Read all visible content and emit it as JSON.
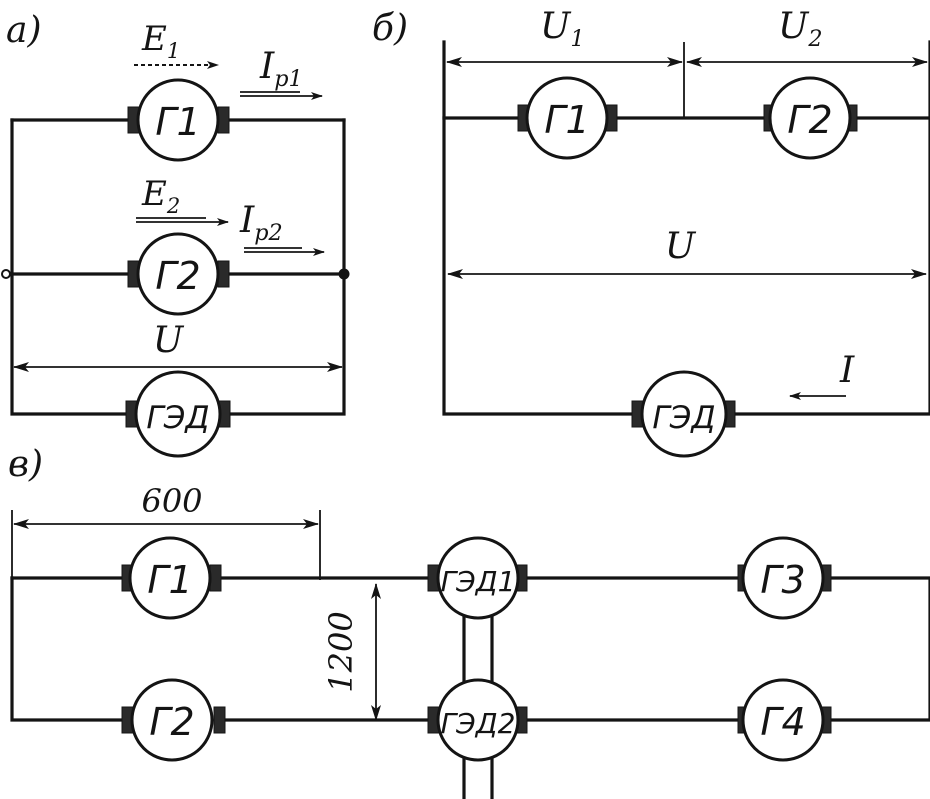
{
  "panel_labels": {
    "a": "а)",
    "b": "б)",
    "v": "в)"
  },
  "panel_a": {
    "gen1": "Г1",
    "gen2": "Г2",
    "motor": "ГЭД",
    "emf1": "E",
    "emf1_sub": "1",
    "emf2": "E",
    "emf2_sub": "2",
    "current1": "I",
    "current1_sub": "p1",
    "current2": "I",
    "current2_sub": "p2",
    "voltage": "U"
  },
  "panel_b": {
    "gen1": "Г1",
    "gen2": "Г2",
    "motor": "ГЭД",
    "voltage1": "U",
    "voltage1_sub": "1",
    "voltage2": "U",
    "voltage2_sub": "2",
    "voltage_total": "U",
    "current": "I"
  },
  "panel_v": {
    "gen1": "Г1",
    "gen2": "Г2",
    "gen3": "Г3",
    "gen4": "Г4",
    "motor1": "ГЭД1",
    "motor2": "ГЭД2",
    "dimension_horizontal": "600",
    "dimension_vertical": "1200"
  }
}
